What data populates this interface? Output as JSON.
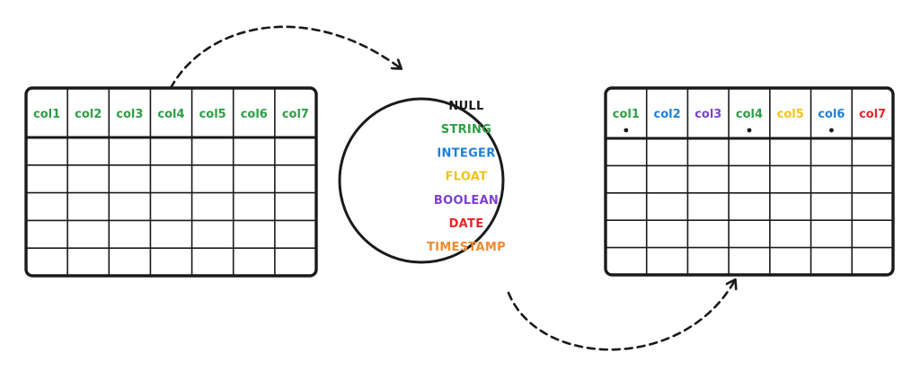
{
  "colors": {
    "ink": "#1a1a1a",
    "green": "#2e9e44",
    "blue": "#1f7fd6",
    "purple": "#7d3fd1",
    "yellow": "#f2c21b",
    "red": "#e5262b",
    "orange": "#f28a2e"
  },
  "left_table": {
    "columns": [
      "col1",
      "col2",
      "col3",
      "col4",
      "col5",
      "col6",
      "col7"
    ],
    "column_colors": [
      "green",
      "green",
      "green",
      "green",
      "green",
      "green",
      "green"
    ],
    "data_rows": 5
  },
  "type_circle": {
    "types": [
      {
        "label": "NULL",
        "color": "ink"
      },
      {
        "label": "STRING",
        "color": "green"
      },
      {
        "label": "INTEGER",
        "color": "blue"
      },
      {
        "label": "FLOAT",
        "color": "yellow"
      },
      {
        "label": "BOOLEAN",
        "color": "purple"
      },
      {
        "label": "DATE",
        "color": "red"
      },
      {
        "label": "TIMESTAMP",
        "color": "orange"
      }
    ]
  },
  "right_table": {
    "columns": [
      "col1",
      "col2",
      "col3",
      "col4",
      "col5",
      "col6",
      "col7"
    ],
    "column_colors": [
      "green",
      "blue",
      "purple",
      "green",
      "yellow",
      "blue",
      "red"
    ],
    "null_marker_columns": [
      0,
      3,
      5
    ],
    "data_rows": 5
  }
}
